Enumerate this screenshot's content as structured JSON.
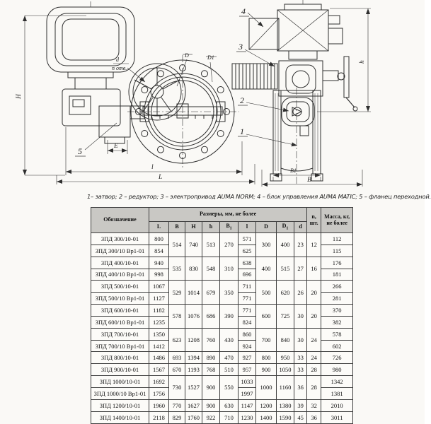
{
  "caption": "1– затвор; 2 – редуктор; 3 – электропривод AUMA NORM; 4 – блок управления AUMA MATIC; 5 – фланец переходной.",
  "drawing": {
    "part_labels": {
      "p1": "1",
      "p2": "2",
      "p3": "3",
      "p4": "4",
      "p5": "5"
    },
    "dimensions": {
      "H": "H",
      "E": "E",
      "l": "l",
      "L": "L",
      "d": "d",
      "n_otv": "n отв.",
      "D": "D",
      "D1": "D1",
      "h": "h",
      "B1": "B1",
      "B": "B"
    }
  },
  "table": {
    "header": {
      "designation": "Обозначение",
      "dims_group": "Размеры, мм, не более",
      "dim_cols": [
        "L",
        "B",
        "H",
        "h",
        "B_1",
        "l",
        "D",
        "D_1",
        "d"
      ],
      "qty": "n,\nшт.",
      "mass": "Масса, кг, не более"
    },
    "rows": [
      [
        "ЗПД 300/10-01",
        "800",
        [
          "514",
          2
        ],
        [
          "740",
          2
        ],
        [
          "513",
          2
        ],
        [
          "270",
          2
        ],
        "571",
        [
          "300",
          2
        ],
        [
          "400",
          2
        ],
        [
          "23",
          2
        ],
        [
          "12",
          2
        ],
        "112"
      ],
      [
        "ЗПД 300/10 Вр1-01",
        "854",
        null,
        null,
        null,
        null,
        "625",
        null,
        null,
        null,
        null,
        "115"
      ],
      [
        "ЗПД 400/10-01",
        "940",
        [
          "535",
          2
        ],
        [
          "830",
          2
        ],
        [
          "548",
          2
        ],
        [
          "310",
          2
        ],
        "638",
        [
          "400",
          2
        ],
        [
          "515",
          2
        ],
        [
          "27",
          2
        ],
        [
          "16",
          2
        ],
        "176"
      ],
      [
        "ЗПД 400/10 Вр1-01",
        "998",
        null,
        null,
        null,
        null,
        "696",
        null,
        null,
        null,
        null,
        "181"
      ],
      [
        "ЗПД 500/10-01",
        "1067",
        [
          "529",
          2
        ],
        [
          "1014",
          2
        ],
        [
          "679",
          2
        ],
        [
          "350",
          2
        ],
        "711",
        [
          "500",
          2
        ],
        [
          "620",
          2
        ],
        [
          "26",
          2
        ],
        [
          "20",
          2
        ],
        "266"
      ],
      [
        "ЗПД 500/10 Вр1-01",
        "1127",
        null,
        null,
        null,
        null,
        "771",
        null,
        null,
        null,
        null,
        "281"
      ],
      [
        "ЗПД 600/10-01",
        "1182",
        [
          "578",
          2
        ],
        [
          "1076",
          2
        ],
        [
          "686",
          2
        ],
        [
          "390",
          2
        ],
        "771",
        [
          "600",
          2
        ],
        [
          "725",
          2
        ],
        [
          "30",
          2
        ],
        [
          "20",
          2
        ],
        "370"
      ],
      [
        "ЗПД 600/10 Вр1-01",
        "1235",
        null,
        null,
        null,
        null,
        "824",
        null,
        null,
        null,
        null,
        "382"
      ],
      [
        "ЗПД 700/10-01",
        "1350",
        [
          "623",
          2
        ],
        [
          "1208",
          2
        ],
        [
          "760",
          2
        ],
        [
          "430",
          2
        ],
        "860",
        [
          "700",
          2
        ],
        [
          "840",
          2
        ],
        [
          "30",
          2
        ],
        [
          "24",
          2
        ],
        "578"
      ],
      [
        "ЗПД 700/10 Вр1-01",
        "1412",
        null,
        null,
        null,
        null,
        "924",
        null,
        null,
        null,
        null,
        "602"
      ],
      [
        "ЗПД 800/10-01",
        "1486",
        "693",
        "1394",
        "890",
        "470",
        "927",
        "800",
        "950",
        "33",
        "24",
        "726"
      ],
      [
        "ЗПД 900/10-01",
        "1567",
        "670",
        "1193",
        "768",
        "510",
        "957",
        "900",
        "1050",
        "33",
        "28",
        "980"
      ],
      [
        "ЗПД 1000/10-01",
        "1692",
        [
          "730",
          2
        ],
        [
          "1527",
          2
        ],
        [
          "900",
          2
        ],
        [
          "550",
          2
        ],
        "1033",
        [
          "1000",
          2
        ],
        [
          "1160",
          2
        ],
        [
          "36",
          2
        ],
        [
          "28",
          2
        ],
        "1342"
      ],
      [
        "ЗПД 1000/10 Вр1-01",
        "1756",
        null,
        null,
        null,
        null,
        "1997",
        null,
        null,
        null,
        null,
        "1381"
      ],
      [
        "ЗПД 1200/10-01",
        "1960",
        "770",
        "1627",
        "900",
        "630",
        "1147",
        "1200",
        "1380",
        "39",
        "32",
        "2010"
      ],
      [
        "ЗПД 1400/10-01",
        "2118",
        "829",
        "1760",
        "922",
        "710",
        "1230",
        "1400",
        "1590",
        "45",
        "36",
        "3011"
      ]
    ]
  }
}
